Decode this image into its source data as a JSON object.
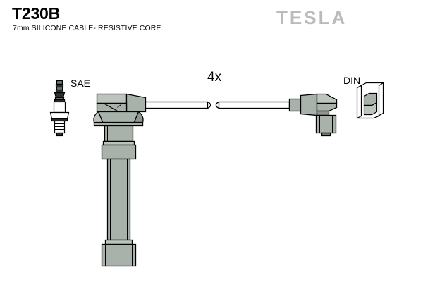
{
  "header": {
    "part_number": "T230B",
    "subtitle": "7mm SILICONE CABLE- RESISTIVE CORE",
    "brand": "TESLA"
  },
  "labels": {
    "sae": "SAE",
    "din": "DIN",
    "quantity": "4x"
  },
  "icons": {
    "spark_plug": "spark-plug-icon",
    "din_terminal": "din-terminal-icon",
    "cable_break": "cable-break-symbol"
  },
  "colors": {
    "outline": "#000000",
    "body_fill": "#a8b2ab",
    "body_fill_light": "#bcc4bd",
    "body_fill_dark": "#8d968f",
    "brand_gray": "#b9bcbc",
    "background": "#ffffff"
  },
  "parts": {
    "sae_boot": "sae-spark-plug-boot",
    "cable": "ignition-cable",
    "din_boot": "din-distributor-boot"
  }
}
